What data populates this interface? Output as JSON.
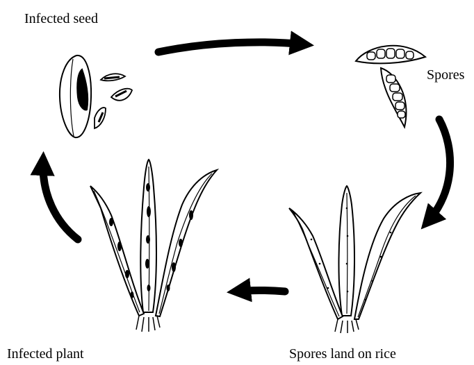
{
  "labels": {
    "infected_seed": "Infected seed",
    "spores": "Spores",
    "infected_plant": "Infected plant",
    "spores_land": "Spores land on rice"
  },
  "colors": {
    "ink": "#000000",
    "paper": "#ffffff"
  }
}
